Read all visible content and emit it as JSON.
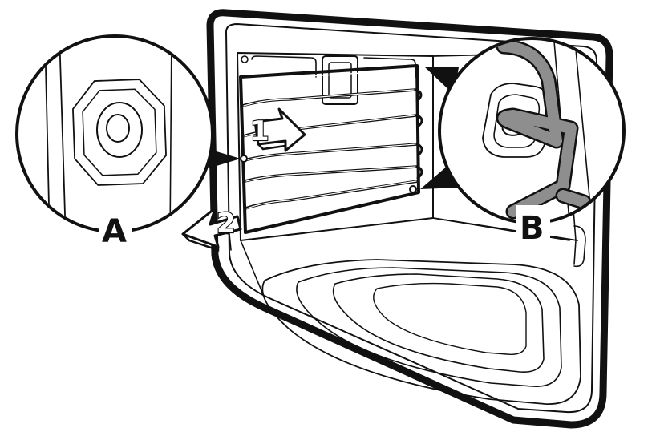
{
  "callouts": {
    "a": {
      "label": "A"
    },
    "b": {
      "label": "B"
    }
  },
  "steps": [
    {
      "number": "1"
    },
    {
      "number": "2"
    }
  ],
  "colors": {
    "line": "#111111",
    "background": "#ffffff",
    "rod_fill": "#8e8e8e"
  }
}
